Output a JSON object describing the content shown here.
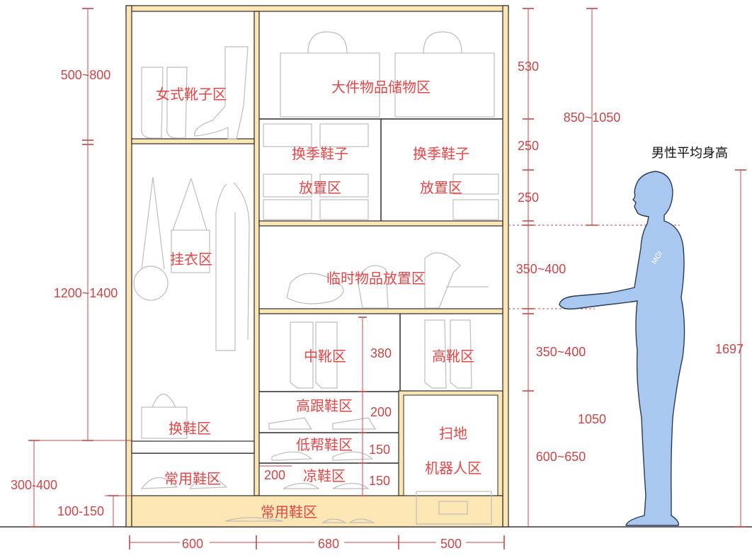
{
  "diagram": {
    "zones": {
      "boots_women": "女式靴子区",
      "large_storage": "大件物品储物区",
      "seasonal_left": [
        "换季鞋子",
        "放置区"
      ],
      "seasonal_right": [
        "换季鞋子",
        "放置区"
      ],
      "hanging": "挂衣区",
      "temporary": "临时物品放置区",
      "mid_boots": "中靴区",
      "high_boots": "高靴区",
      "high_heels": "高跟鞋区",
      "low_top": "低帮鞋区",
      "sandals": "凉鞋区",
      "change_shoes": "换鞋区",
      "common_shoes_upper": "常用鞋区",
      "common_shoes_bottom": "常用鞋区",
      "robot": [
        "扫地",
        "机器人区"
      ]
    },
    "dimensions": {
      "left": {
        "d1": "500~800",
        "d2": "1200~1400",
        "d3": "300-400",
        "d4": "100-150"
      },
      "inner": {
        "mid_boot_h": "380",
        "heels_h": "200",
        "low_h": "150",
        "sandal_h": "150",
        "sandal_w": "200"
      },
      "right_inner": {
        "r1": "530",
        "r2": "250",
        "r3": "250",
        "r4": "350~400",
        "r5": "350~400",
        "r6": "1050",
        "r7": "600~650"
      },
      "right_outer": {
        "o1": "850~1050"
      },
      "bottom": {
        "w1": "600",
        "w2": "680",
        "w3": "500"
      },
      "human_height": "1697"
    },
    "human_label": "男性平均身高",
    "colors": {
      "accent_red": "#e0484a",
      "frame_wood": "#fbe6b4",
      "human_blue": "#a9c8f0"
    }
  }
}
